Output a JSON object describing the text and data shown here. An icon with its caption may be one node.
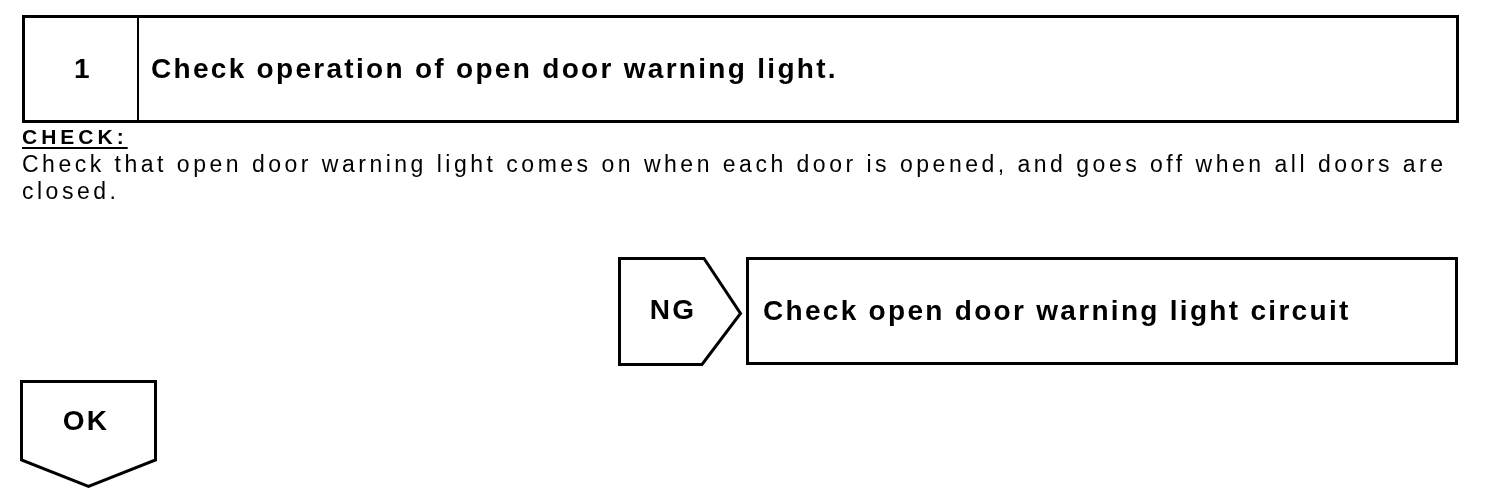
{
  "diagram": {
    "nodes": [
      {
        "text": [
          "1",
          "Check operation of open door warning light."
        ]
      },
      {
        "text": [
          "NG"
        ]
      },
      {
        "text": [
          "Check open door warning light circuit"
        ]
      },
      {
        "text": [
          "OK"
        ]
      }
    ],
    "labels": [
      "CHECK:",
      "Check that open door warning light comes on when each door is opened, and goes off when all doors are closed."
    ]
  }
}
